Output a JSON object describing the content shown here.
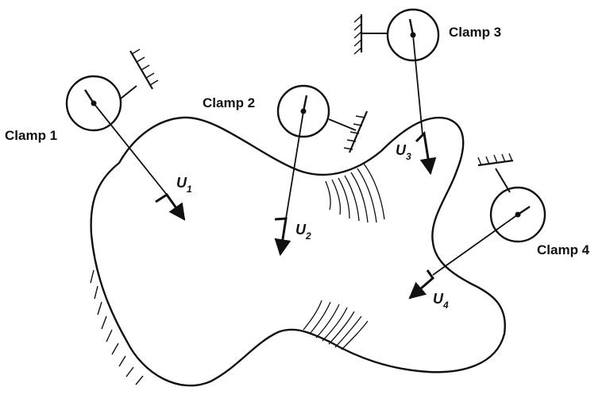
{
  "clamps": [
    {
      "label": "Clamp 1",
      "displacement": "U",
      "subscript": "1"
    },
    {
      "label": "Clamp 2",
      "displacement": "U",
      "subscript": "2"
    },
    {
      "label": "Clamp 3",
      "displacement": "U",
      "subscript": "3"
    },
    {
      "label": "Clamp 4",
      "displacement": "U",
      "subscript": "4"
    }
  ],
  "colors": {
    "ink": "#111111",
    "background": "#ffffff"
  }
}
